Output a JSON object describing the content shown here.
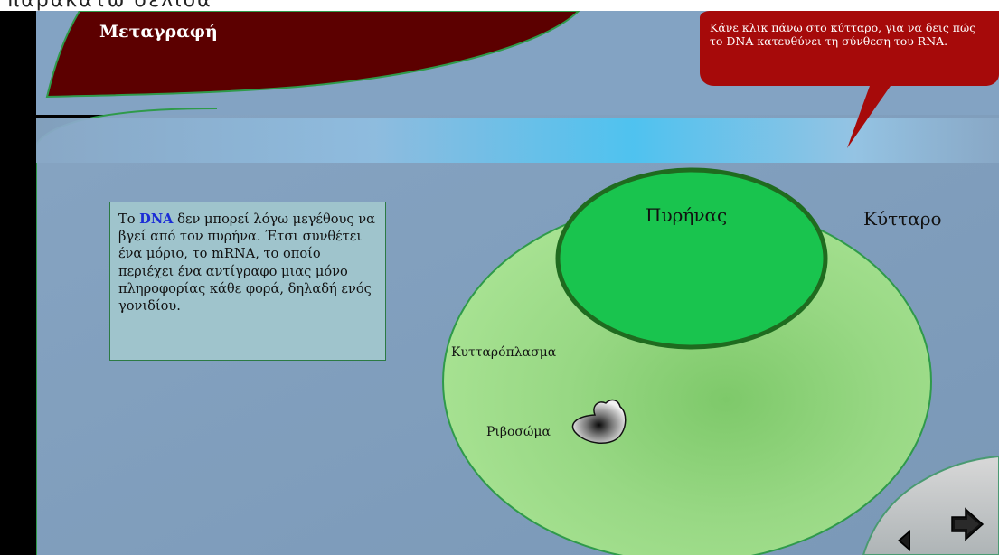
{
  "header": {
    "cut_text": "παρακάτω σελίδα",
    "title": "Μεταγραφή"
  },
  "hint": {
    "text": "Κάνε κλικ πάνω στο κύτταρο, για να δεις πώς το DNA κατευθύνει τη σύνθεση του RNA."
  },
  "info_box": {
    "prefix": "Το ",
    "highlight": "DNA",
    "body": " δεν μπορεί λόγω μεγέθους να βγεί από τον πυρήνα. Έτσι συνθέτει ένα μόριο, το mRNA, το οποίο περιέχει ένα αντίγραφο μιας μόνο πληροφορίας κάθε φορά, δηλαδή ενός γονιδίου."
  },
  "cell": {
    "cell_label": "Κύτταρο",
    "nucleus_label": "Πυρήνας",
    "cytoplasm_label": "Κυτταρόπλασμα",
    "ribosome_label": "Ριβοσώμα"
  },
  "navigation": {
    "back_icon": "triangle-left-icon",
    "next_icon": "arrow-right-icon"
  },
  "colors": {
    "background": "#7f9fbe",
    "header_red": "#5c0000",
    "bubble_red": "#a60a0a",
    "cell_green": "#9edc86",
    "nucleus_green": "#19c44e",
    "highlight_blue": "#1b2dd6"
  }
}
